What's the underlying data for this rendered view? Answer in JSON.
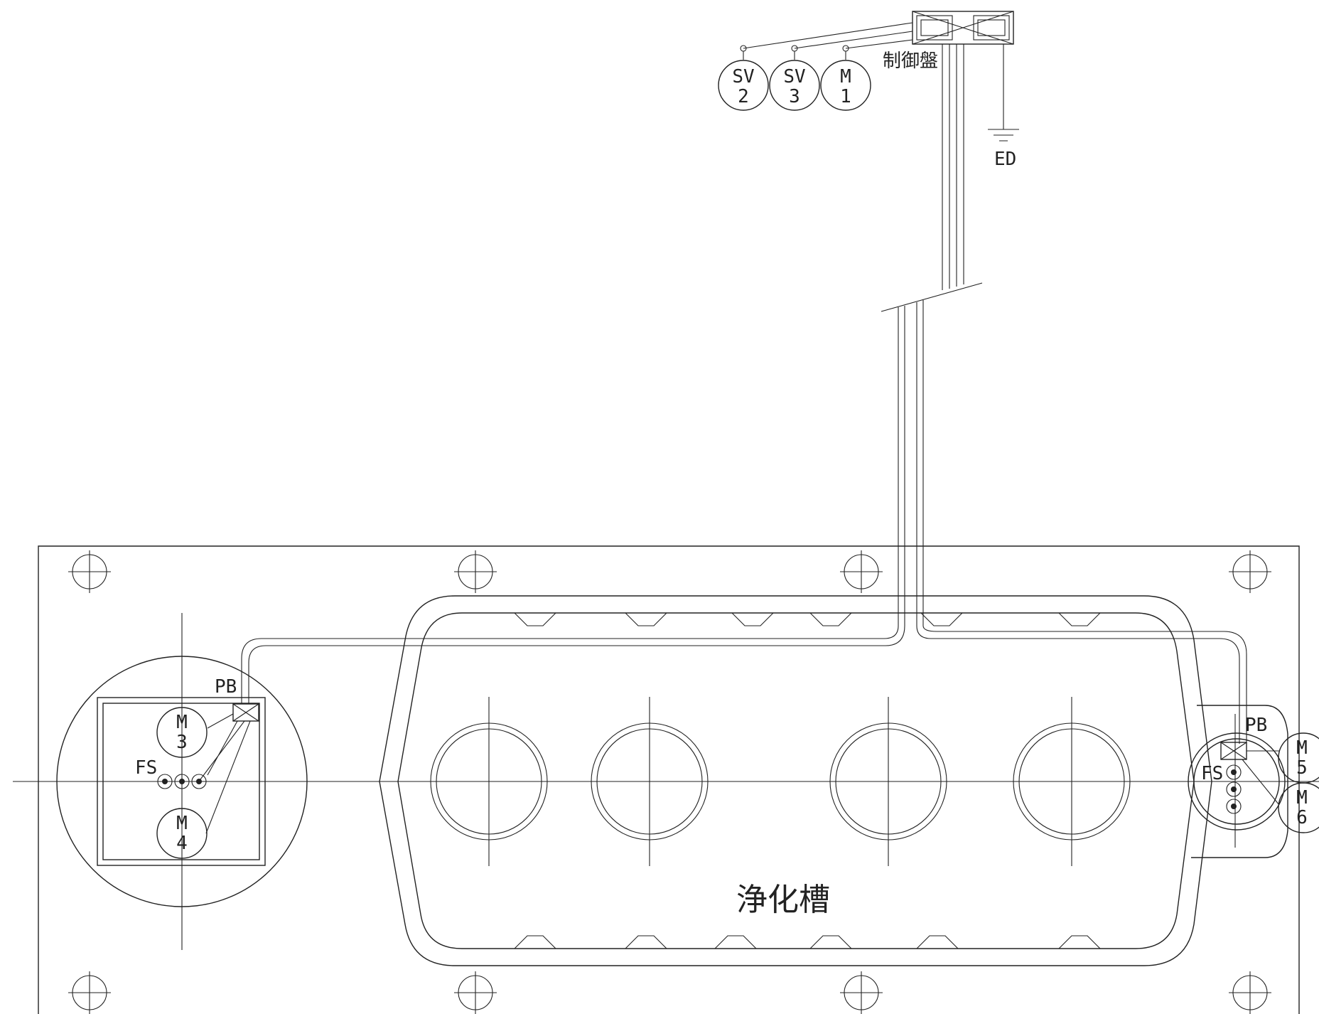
{
  "diagram": {
    "control_panel": "制御盤",
    "ground": "ED",
    "tank_label": "浄化槽",
    "components": {
      "sv2": {
        "line1": "SV",
        "line2": "2"
      },
      "sv3": {
        "line1": "SV",
        "line2": "3"
      },
      "m1": {
        "line1": "M",
        "line2": "1"
      },
      "m3": {
        "line1": "M",
        "line2": "3"
      },
      "m4": {
        "line1": "M",
        "line2": "4"
      },
      "m5": {
        "line1": "M",
        "line2": "5"
      },
      "m6": {
        "line1": "M",
        "line2": "6"
      }
    },
    "pull_box_left": "PB",
    "pull_box_right": "PB",
    "float_switch_left": "FS",
    "float_switch_right": "FS"
  }
}
